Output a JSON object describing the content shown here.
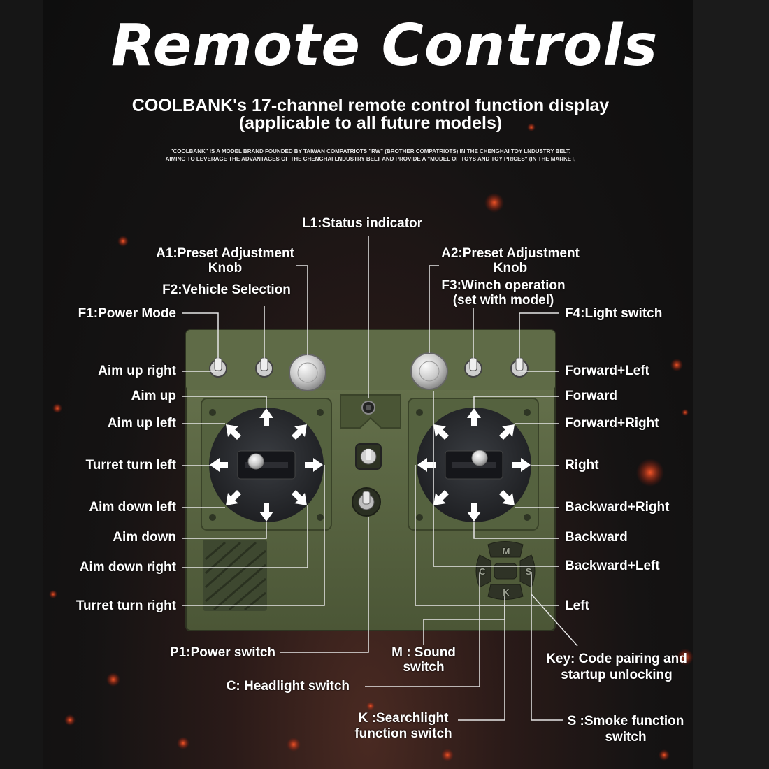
{
  "header": {
    "title": "Remote Controls",
    "subtitle_line1": "COOLBANK's 17-channel remote control function display",
    "subtitle_line2": "(applicable to all future models)",
    "fine_line1": "\"COOLBANK\" IS A MODEL BRAND FOUNDED BY TAIWAN COMPATRIOTS  \"RW\" (BROTHER COMPATRIOTS) IN THE CHENGHAI TOY LNDUSTRY BELT,",
    "fine_line2": "AIMING TO LEVERAGE THE ADVANTAGES OF THE CHENGHAI LNDUSTRY BELT AND PROVIDE A \"MODEL OF TOYS AND TOY PRICES\" (IN THE MARKET,"
  },
  "labels": {
    "l1": "L1:Status indicator",
    "a1_line1": "A1:Preset Adjustment",
    "a1_line2": "Knob",
    "a2_line1": "A2:Preset Adjustment",
    "a2_line2": "Knob",
    "f2": "F2:Vehicle Selection",
    "f3_line1": "F3:Winch operation",
    "f3_line2": "(set with model)",
    "f1": "F1:Power Mode",
    "f4": "F4:Light switch",
    "aim_up_right": "Aim up right",
    "aim_up": "Aim up",
    "aim_up_left": "Aim up left",
    "turret_turn_left": "Turret turn left",
    "aim_down_left": "Aim down left",
    "aim_down": "Aim down",
    "aim_down_right": "Aim down right",
    "turret_turn_right": "Turret turn right",
    "forward_left": "Forward+Left",
    "forward": "Forward",
    "forward_right": "Forward+Right",
    "right": "Right",
    "backward_right": "Backward+Right",
    "backward": "Backward",
    "backward_left": "Backward+Left",
    "left": "Left",
    "p1": "P1:Power switch",
    "m_line1": "M : Sound",
    "m_line2": "switch",
    "c": "C: Headlight switch",
    "key_line1": "Key: Code pairing and",
    "key_line2": "startup unlocking",
    "k_line1": "K :Searchlight",
    "k_line2": "function switch",
    "s_line1": "S :Smoke function",
    "s_line2": "switch"
  },
  "keys": {
    "m": "M",
    "c": "C",
    "s": "S",
    "k": "K"
  },
  "colors": {
    "controller_body": "#4f5c3a",
    "controller_face": "#5a6843",
    "stick_base": "#26282c",
    "arrow": "#ffffff",
    "leader_line": "#e6e6e6",
    "ember": "#c0301c"
  }
}
